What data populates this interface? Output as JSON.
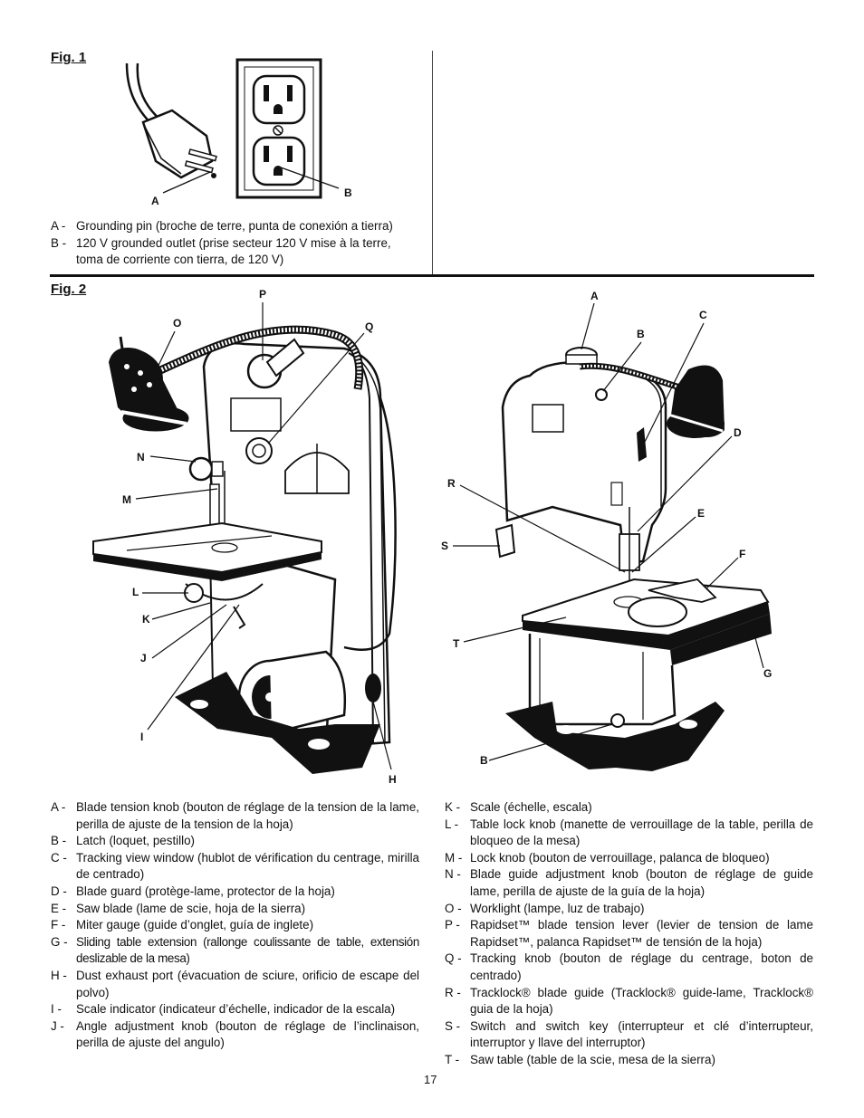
{
  "fig1": {
    "label": "Fig. 1",
    "callouts": [
      "A",
      "B"
    ],
    "legend": [
      {
        "key": "A -",
        "text": "Grounding pin (broche de terre, punta de conexión a tierra)"
      },
      {
        "key": "B -",
        "text": "120 V grounded outlet (prise secteur 120 V mise à la terre, toma de corriente con tierra, de 120 V)"
      }
    ]
  },
  "fig2": {
    "label": "Fig. 2",
    "callouts_left": [
      "O",
      "P",
      "Q",
      "N",
      "M",
      "L",
      "K",
      "J",
      "I",
      "H"
    ],
    "callouts_right": [
      "A",
      "B",
      "C",
      "D",
      "R",
      "S",
      "E",
      "F",
      "T",
      "G",
      "B"
    ],
    "legend_left": [
      {
        "key": "A -",
        "text": "Blade tension knob (bouton de réglage de la tension de la lame, perilla de ajuste de la tension de la hoja)"
      },
      {
        "key": "B -",
        "text": "Latch (loquet, pestillo)"
      },
      {
        "key": "C -",
        "text": "Tracking view window (hublot de vérification du centrage, mirilla de centrado)"
      },
      {
        "key": "D -",
        "text": "Blade guard (protège-lame, protector de la hoja)"
      },
      {
        "key": "E -",
        "text": "Saw blade (lame de scie, hoja de la sierra)"
      },
      {
        "key": "F -",
        "text": "Miter gauge (guide d’onglet, guía de inglete)"
      },
      {
        "key": "G -",
        "text": "Sliding table extension (rallonge coulissante de table, extensión deslizable de la mesa)"
      },
      {
        "key": "H -",
        "text": "Dust exhaust port (évacuation de sciure, orificio de escape del polvo)"
      },
      {
        "key": "I -",
        "text": "Scale indicator (indicateur d’échelle, indicador de la escala)"
      },
      {
        "key": "J -",
        "text": "Angle adjustment knob (bouton de réglage de l’inclinaison, perilla de ajuste del angulo)"
      }
    ],
    "legend_right": [
      {
        "key": "K -",
        "text": "Scale (échelle, escala)"
      },
      {
        "key": "L -",
        "text": "Table lock knob (manette de verrouillage de la table, perilla de bloqueo de la mesa)"
      },
      {
        "key": "M -",
        "text": "Lock knob (bouton de verrouillage, palanca de bloqueo)"
      },
      {
        "key": "N -",
        "text": "Blade guide adjustment knob (bouton de réglage de guide lame, perilla de ajuste de la guía de la hoja)"
      },
      {
        "key": "O -",
        "text": "Worklight (lampe, luz de trabajo)"
      },
      {
        "key": "P -",
        "text": "Rapidset™ blade tension lever (levier de tension de lame Rapidset™, palanca Rapidset™ de tensión de la hoja)"
      },
      {
        "key": "Q -",
        "text": "Tracking knob (bouton de réglage du centrage, boton de centrado)"
      },
      {
        "key": "R -",
        "text": "Tracklock® blade guide (Tracklock® guide-lame, Tracklock® guia de la hoja)"
      },
      {
        "key": "S -",
        "text": "Switch and switch key (interrupteur et clé d’interrupteur, interruptor y llave del interruptor)"
      },
      {
        "key": "T -",
        "text": "Saw table (table de la scie, mesa de la sierra)"
      }
    ]
  },
  "page_number": "17"
}
